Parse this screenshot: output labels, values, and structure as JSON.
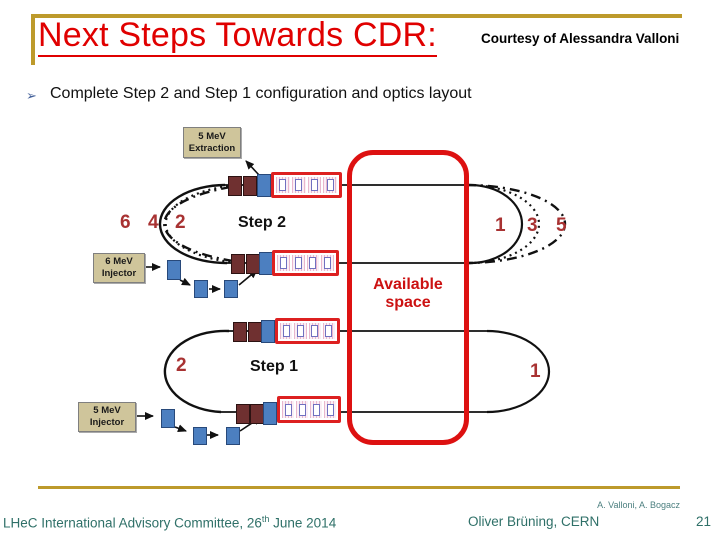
{
  "title": {
    "text": "Next Steps Towards CDR:",
    "courtesy": "Courtesy of Alessandra Valloni"
  },
  "bullet": {
    "marker": "➢",
    "text": "Complete Step 2 and Step 1 configuration and optics layout"
  },
  "diagram": {
    "extraction_label": {
      "line1": "5 MeV",
      "line2": "Extraction"
    },
    "injector6_label": {
      "line1": "6 MeV",
      "line2": "Injector"
    },
    "injector5_label": {
      "line1": "5 MeV",
      "line2": "Injector"
    },
    "available_space": {
      "line1": "Available",
      "line2": "space"
    },
    "step2_label": "Step 2",
    "step1_label": "Step 1",
    "step2_left_passes": [
      "6",
      "4",
      "2"
    ],
    "step2_right_passes": [
      "1",
      "3",
      "5"
    ],
    "step1_left_pass": "2",
    "step1_right_pass": "1"
  },
  "footer": {
    "credit": "A. Valloni, A. Bogacz",
    "committee": "LHeC International Advisory Committee, 26",
    "date_sup": "th",
    "date_rest": " June 2014",
    "presenter": "Oliver Brüning, CERN",
    "page": "21"
  },
  "colors": {
    "title_red": "#e00000",
    "accent_gold": "#bd9a2b",
    "diagram_red": "#dd1111",
    "pass_number_red": "#a83232",
    "footer_teal": "#2f7068",
    "magnet_maroon": "#6f3030",
    "magnet_blue": "#4c7fc0",
    "label_tan": "#cfc59b"
  }
}
